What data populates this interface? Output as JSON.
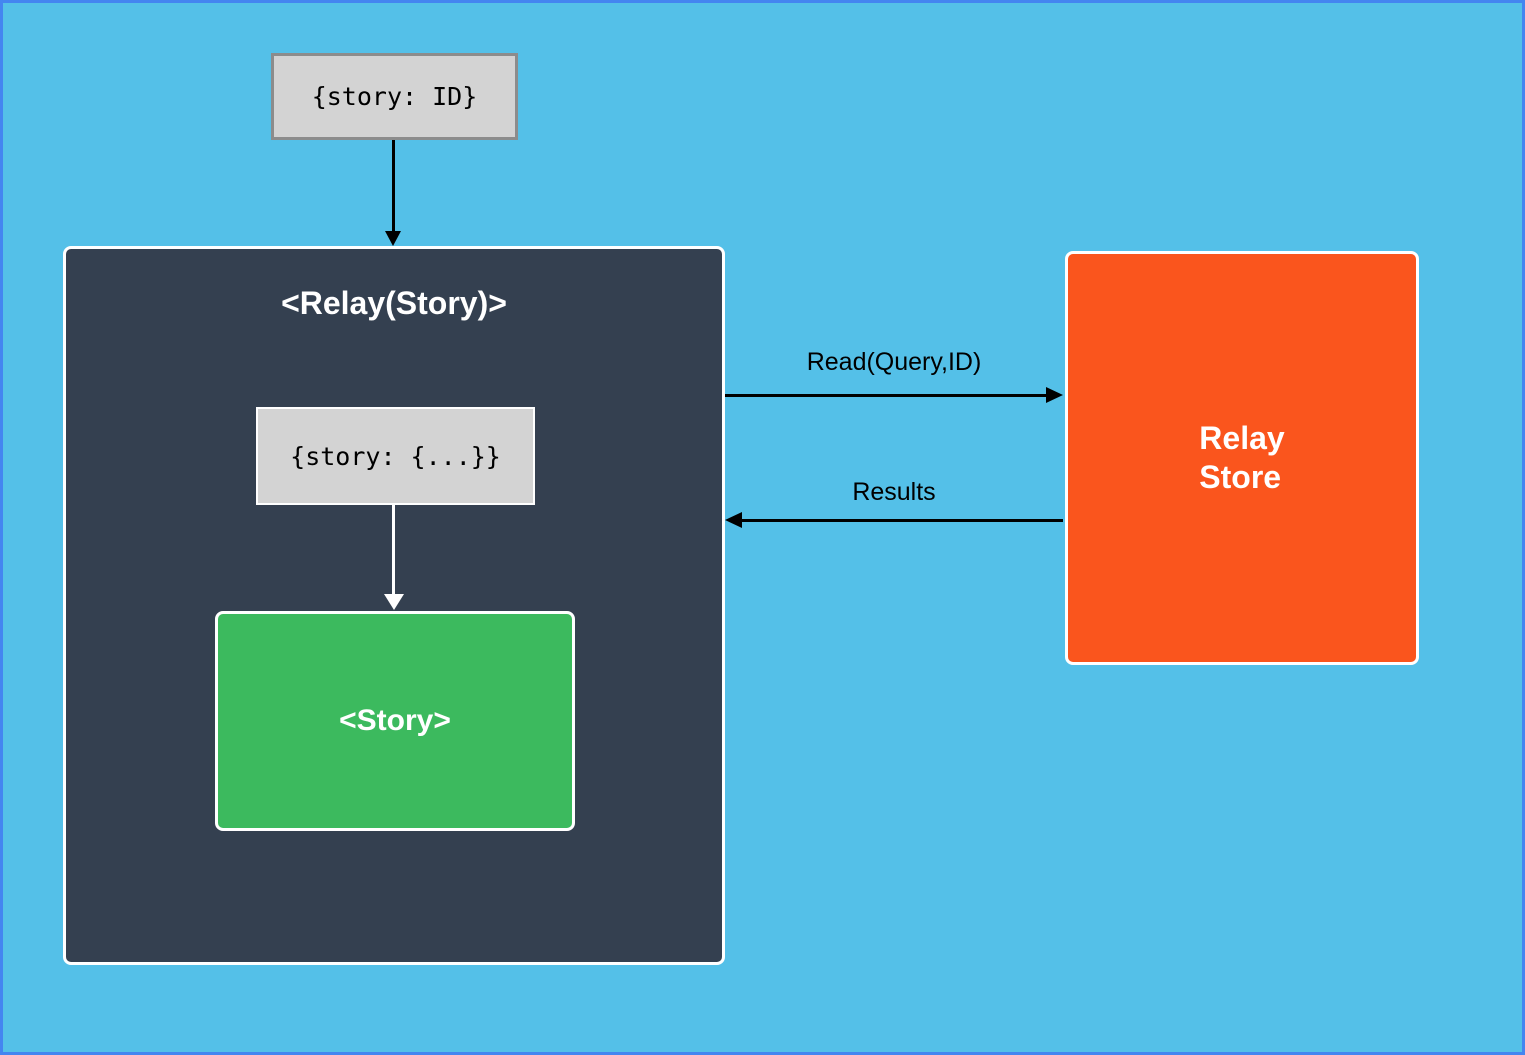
{
  "diagram": {
    "query_box": {
      "code": "{story: ID}"
    },
    "relay_component": {
      "title": "<Relay(Story)>",
      "props_box": {
        "code": "{story: {...}}"
      },
      "story_component": {
        "label": "<Story>"
      }
    },
    "relay_store": {
      "label_line1": "Relay",
      "label_line2": "Store"
    },
    "edges": {
      "read": {
        "label": "Read(Query,ID)"
      },
      "results": {
        "label": "Results"
      }
    },
    "colors": {
      "page_background": "#54c0e8",
      "page_border": "#4485f0",
      "relay_component_bg": "#344050",
      "story_bg": "#3cba5e",
      "store_bg": "#fa551d",
      "code_box_bg": "#d3d3d3",
      "code_box_border": "#8c8c8c",
      "arrow_black": "#000000",
      "arrow_white": "#ffffff",
      "text_light": "#ffffff",
      "text_dark": "#000000"
    }
  }
}
